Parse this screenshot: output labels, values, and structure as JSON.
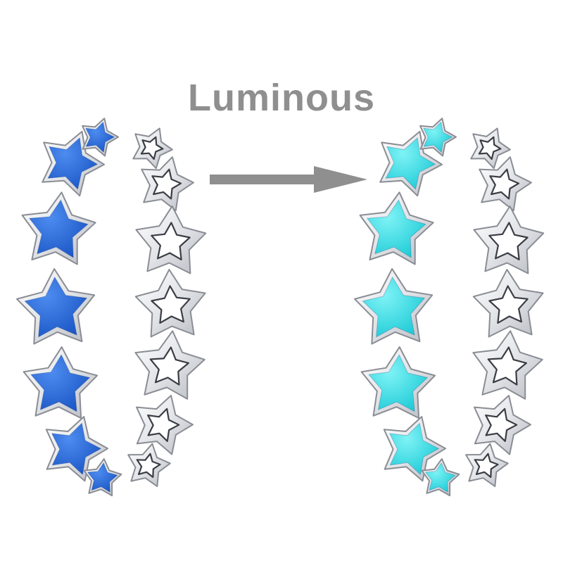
{
  "caption": "Luminous",
  "products": [
    {
      "label": "ring-before",
      "enamel_color": "#1f63d6",
      "enamel_highlight": "#4d8cf0"
    },
    {
      "label": "ring-after",
      "enamel_color": "#22d3dd",
      "enamel_highlight": "#6ef0f4"
    }
  ],
  "colors": {
    "caption": "#8f8f8f",
    "arrow": "#8f8f8f",
    "silver": "#e4e6ea",
    "silver_edge": "#8a8d94"
  }
}
